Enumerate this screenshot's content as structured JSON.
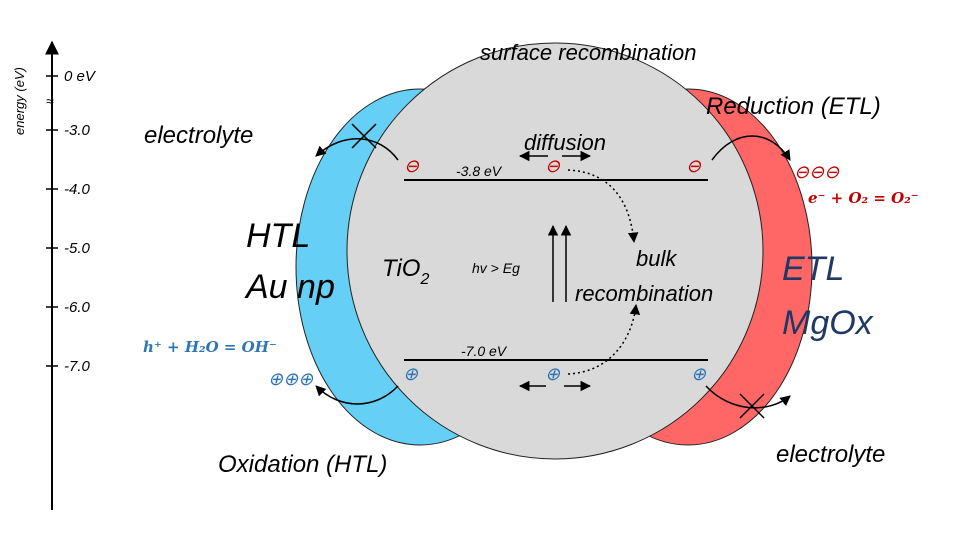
{
  "axis": {
    "label": "energy (eV)",
    "break_symbol": "≈",
    "ticks": [
      "0 eV",
      "-3.0",
      "-4.0",
      "-5.0",
      "-6.0",
      "-7.0"
    ]
  },
  "labels": {
    "surface_recombination": "surface recombination",
    "reduction": "Reduction (ETL)",
    "electrolyte_top": "electrolyte",
    "diffusion": "diffusion",
    "cb_level": "-3.8 eV",
    "vb_level": "-7.0 eV",
    "htl": "HTL",
    "au_np": "Au np",
    "tio2_main": "TiO",
    "tio2_sub": "2",
    "hv_eg": "hv > Eg",
    "bulk": "bulk",
    "recombination": "recombination",
    "etl": "ETL",
    "mgox": "MgOx",
    "oxidation": "Oxidation (HTL)",
    "electrolyte_bottom": "electrolyte",
    "electrons_cluster": "⊖⊖⊖",
    "holes_cluster": "⊕⊕⊕",
    "electron_symbol": "⊖",
    "hole_symbol": "⊕"
  },
  "equations": {
    "reduction": "e⁻ + O₂ = O₂⁻",
    "oxidation": "h⁺ + H₂O = OH⁻"
  },
  "colors": {
    "htl_fill": "#66cff5",
    "etl_fill": "#ff6666",
    "tio2_fill": "#d9d9d9",
    "electron_red": "#c00000",
    "hole_blue": "#2e75b6",
    "label_dark": "#1f3864"
  }
}
